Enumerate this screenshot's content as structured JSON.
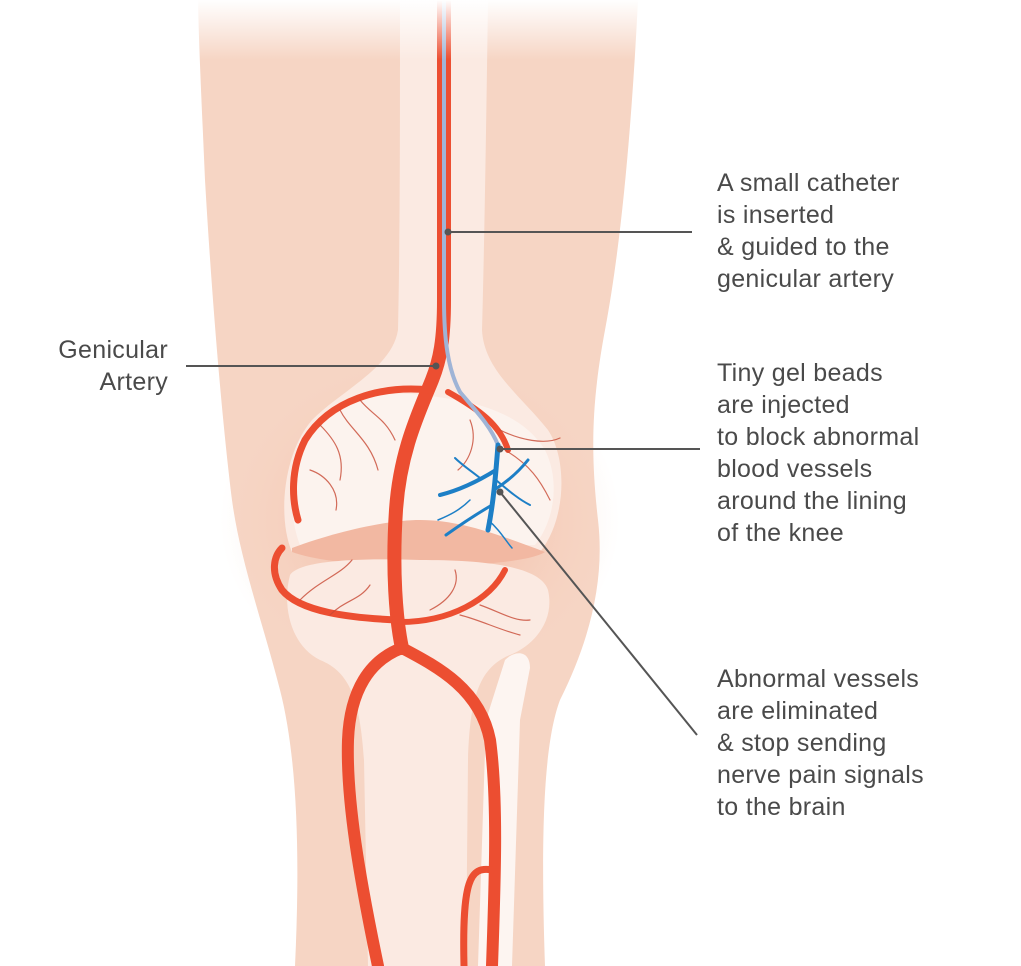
{
  "colors": {
    "skin": "#f6d5c4",
    "skin_dark": "#efbba3",
    "bone": "#fbeae2",
    "bone_light": "#fdf5f1",
    "artery": "#ec4e31",
    "artery_dark": "#d63d22",
    "catheter": "#9fb4d6",
    "beads": "#1d7fc6",
    "leader_line": "#555555",
    "text": "#4a4a4a"
  },
  "labels": {
    "genicular_artery": {
      "lines": [
        "Genicular",
        "Artery"
      ]
    },
    "catheter": {
      "lines": [
        "A small catheter",
        "is inserted",
        "& guided to the",
        "genicular artery"
      ]
    },
    "gel_beads": {
      "lines": [
        "Tiny gel beads",
        "are injected",
        "to block abnormal",
        "blood vessels",
        "around the lining",
        "of the knee"
      ]
    },
    "abnormal_vessels": {
      "lines": [
        "Abnormal vessels",
        "are eliminated",
        "& stop sending",
        "nerve pain signals",
        "to the brain"
      ]
    }
  }
}
